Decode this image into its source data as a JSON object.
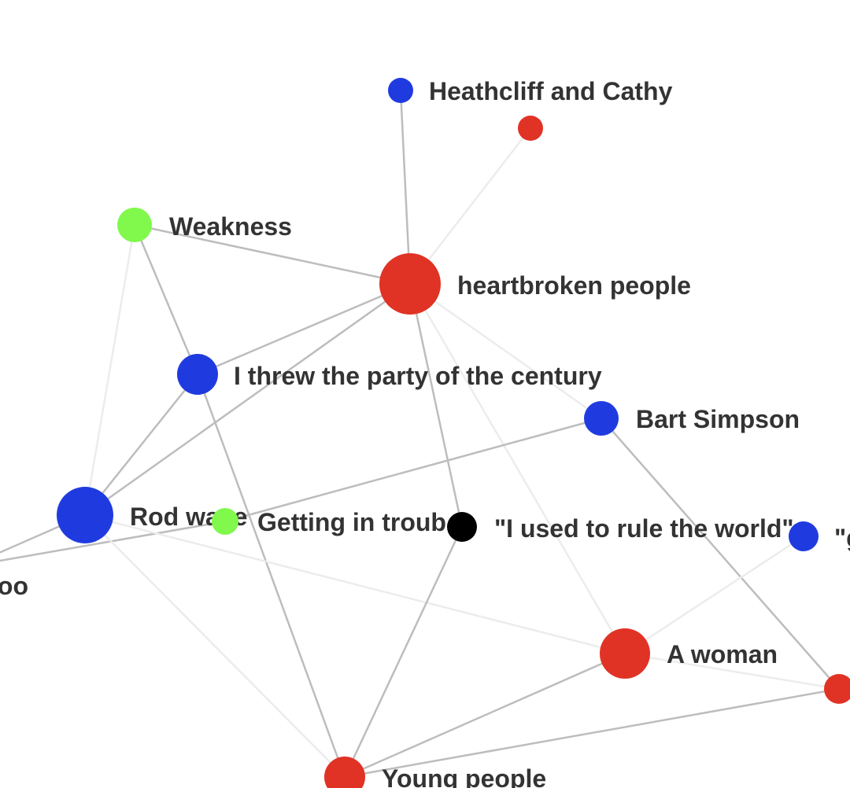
{
  "colors": {
    "blue": "#1f3be0",
    "red": "#e03325",
    "green": "#80f84c",
    "black": "#000000",
    "edge_strong": "#bdbdbd",
    "edge_faint": "#ececec",
    "label": "#333333"
  },
  "nodes": [
    {
      "id": "heathcliff",
      "label": "Heathcliff and Cathy",
      "color": "blue"
    },
    {
      "id": "red_top",
      "label": "",
      "color": "red"
    },
    {
      "id": "weakness",
      "label": "Weakness",
      "color": "green"
    },
    {
      "id": "heartbroken",
      "label": "heartbroken people",
      "color": "red"
    },
    {
      "id": "party",
      "label": "I threw the party of the century",
      "color": "blue"
    },
    {
      "id": "bart",
      "label": "Bart Simpson",
      "color": "blue"
    },
    {
      "id": "rodwave",
      "label": "Rod wave",
      "color": "blue"
    },
    {
      "id": "trouble",
      "label": "Getting in troub",
      "color": "green"
    },
    {
      "id": "ruled",
      "label": "\"I used to rule the world\"",
      "color": "black"
    },
    {
      "id": "blue_right",
      "label": "\"g",
      "color": "blue"
    },
    {
      "id": "loo",
      "label": "loo",
      "color": "blue"
    },
    {
      "id": "woman",
      "label": "A woman",
      "color": "red"
    },
    {
      "id": "red_right",
      "label": "",
      "color": "red"
    },
    {
      "id": "young",
      "label": "Young people",
      "color": "red"
    }
  ],
  "edges": [
    {
      "source": "heathcliff",
      "target": "heartbroken",
      "strength": "strong"
    },
    {
      "source": "red_top",
      "target": "heartbroken",
      "strength": "faint"
    },
    {
      "source": "weakness",
      "target": "heartbroken",
      "strength": "strong"
    },
    {
      "source": "weakness",
      "target": "party",
      "strength": "strong"
    },
    {
      "source": "weakness",
      "target": "rodwave",
      "strength": "faint"
    },
    {
      "source": "heartbroken",
      "target": "party",
      "strength": "strong"
    },
    {
      "source": "heartbroken",
      "target": "rodwave",
      "strength": "strong"
    },
    {
      "source": "heartbroken",
      "target": "ruled",
      "strength": "strong"
    },
    {
      "source": "heartbroken",
      "target": "bart",
      "strength": "faint"
    },
    {
      "source": "heartbroken",
      "target": "woman",
      "strength": "faint"
    },
    {
      "source": "party",
      "target": "rodwave",
      "strength": "strong"
    },
    {
      "source": "party",
      "target": "young",
      "strength": "strong"
    },
    {
      "source": "bart",
      "target": "trouble",
      "strength": "strong"
    },
    {
      "source": "bart",
      "target": "red_right",
      "strength": "strong"
    },
    {
      "source": "rodwave",
      "target": "loo",
      "strength": "strong"
    },
    {
      "source": "trouble",
      "target": "loo",
      "strength": "strong"
    },
    {
      "source": "rodwave",
      "target": "woman",
      "strength": "faint"
    },
    {
      "source": "rodwave",
      "target": "young",
      "strength": "faint"
    },
    {
      "source": "ruled",
      "target": "young",
      "strength": "strong"
    },
    {
      "source": "woman",
      "target": "blue_right",
      "strength": "faint"
    },
    {
      "source": "woman",
      "target": "young",
      "strength": "strong"
    },
    {
      "source": "woman",
      "target": "red_right",
      "strength": "faint"
    },
    {
      "source": "red_right",
      "target": "young",
      "strength": "strong"
    }
  ]
}
